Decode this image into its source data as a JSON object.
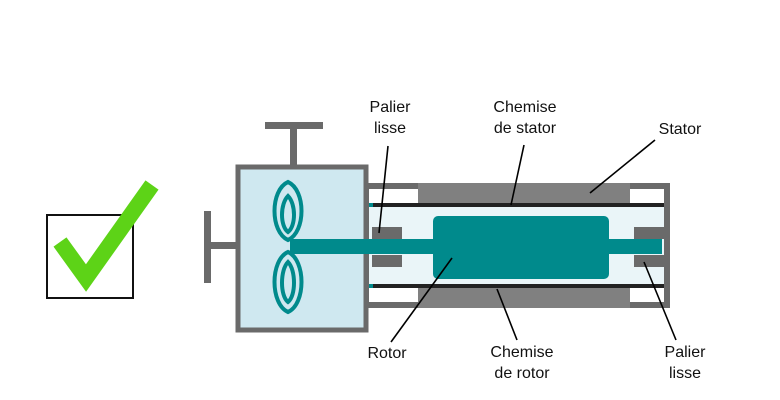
{
  "labels": {
    "palier_lisse_top": [
      "Palier",
      "lisse"
    ],
    "chemise_stator": [
      "Chemise",
      "de stator"
    ],
    "stator": "Stator",
    "rotor": "Rotor",
    "chemise_rotor": [
      "Chemise",
      "de rotor"
    ],
    "palier_lisse_bottom": [
      "Palier",
      "lisse"
    ]
  },
  "icons": {
    "checkbox": "checked-box-icon",
    "impeller": "impeller-icon"
  },
  "colors": {
    "check_green": "#5dd317",
    "housing_grey": "#6a6a6a",
    "stator_grey": "#808080",
    "fluid_fill": "#cfe8f0",
    "rotor_teal": "#008a8c",
    "sleeve_dark": "#222222"
  }
}
